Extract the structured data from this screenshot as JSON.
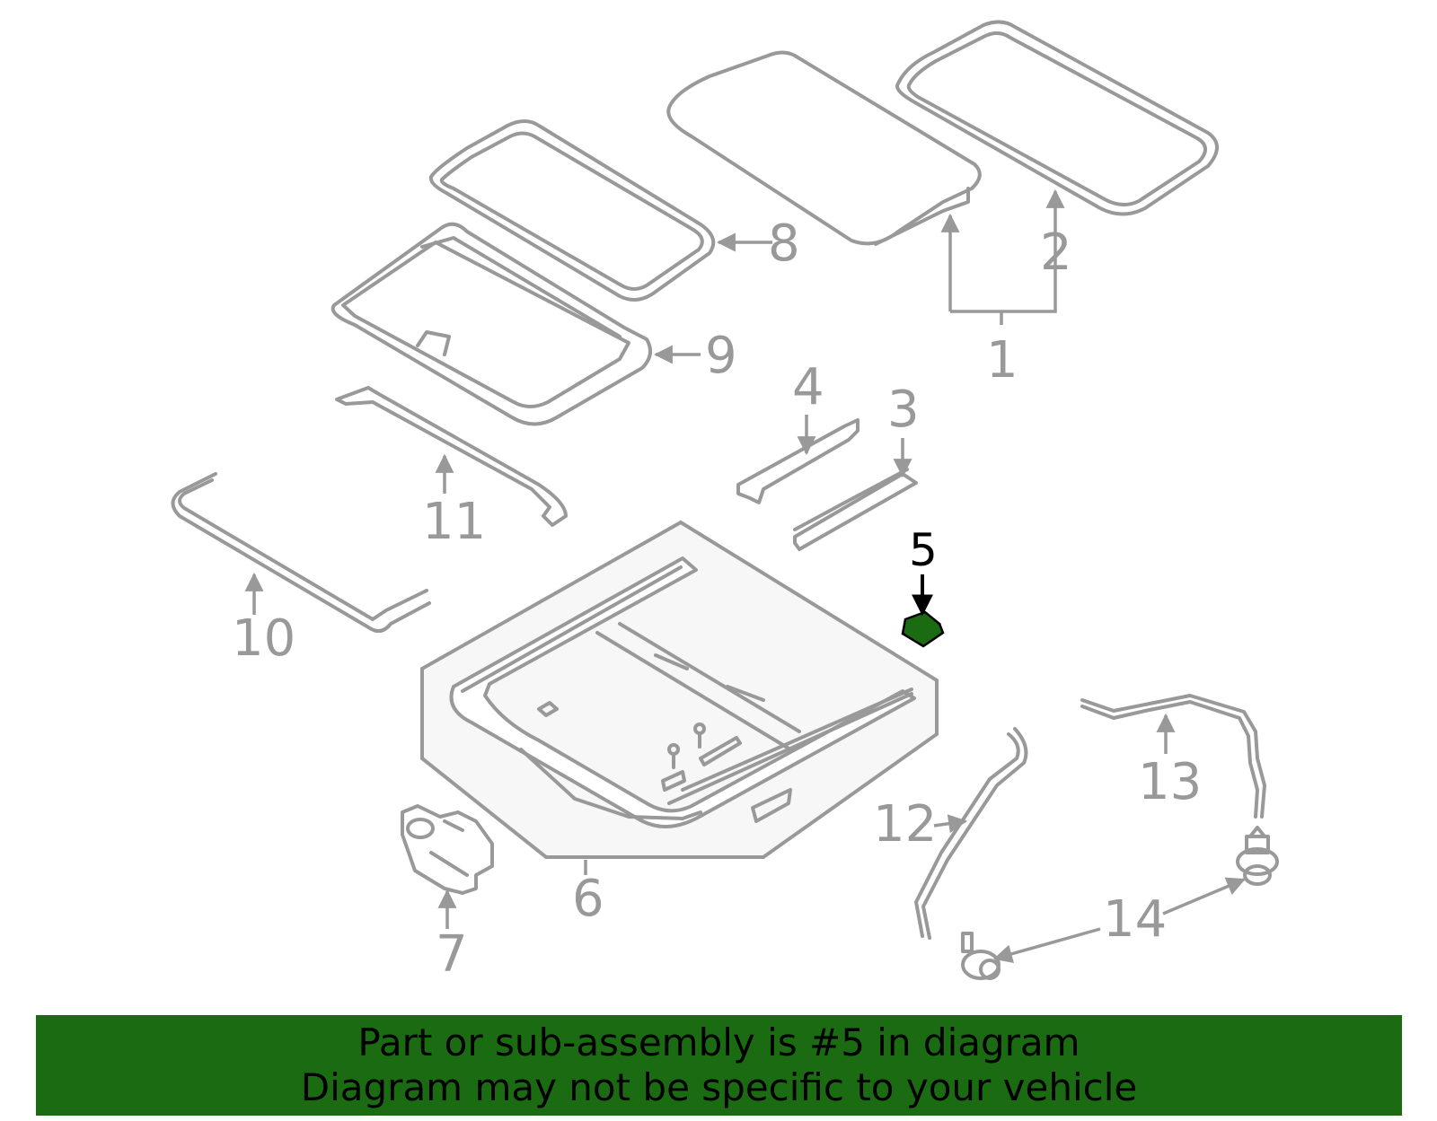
{
  "callouts": {
    "c1": "1",
    "c2": "2",
    "c3": "3",
    "c4": "4",
    "c5": "5",
    "c6": "6",
    "c7": "7",
    "c8": "8",
    "c9": "9",
    "c10": "10",
    "c11": "11",
    "c12": "12",
    "c13": "13",
    "c14": "14"
  },
  "highlight": {
    "part_number": "5",
    "color": "#1a6b12"
  },
  "banner": {
    "line1": "Part or sub-assembly is #5 in diagram",
    "line2": "Diagram may not be specific to your vehicle",
    "background": "#1a6b12"
  },
  "colors": {
    "linework": "#999999",
    "highlight_label": "#000000"
  }
}
